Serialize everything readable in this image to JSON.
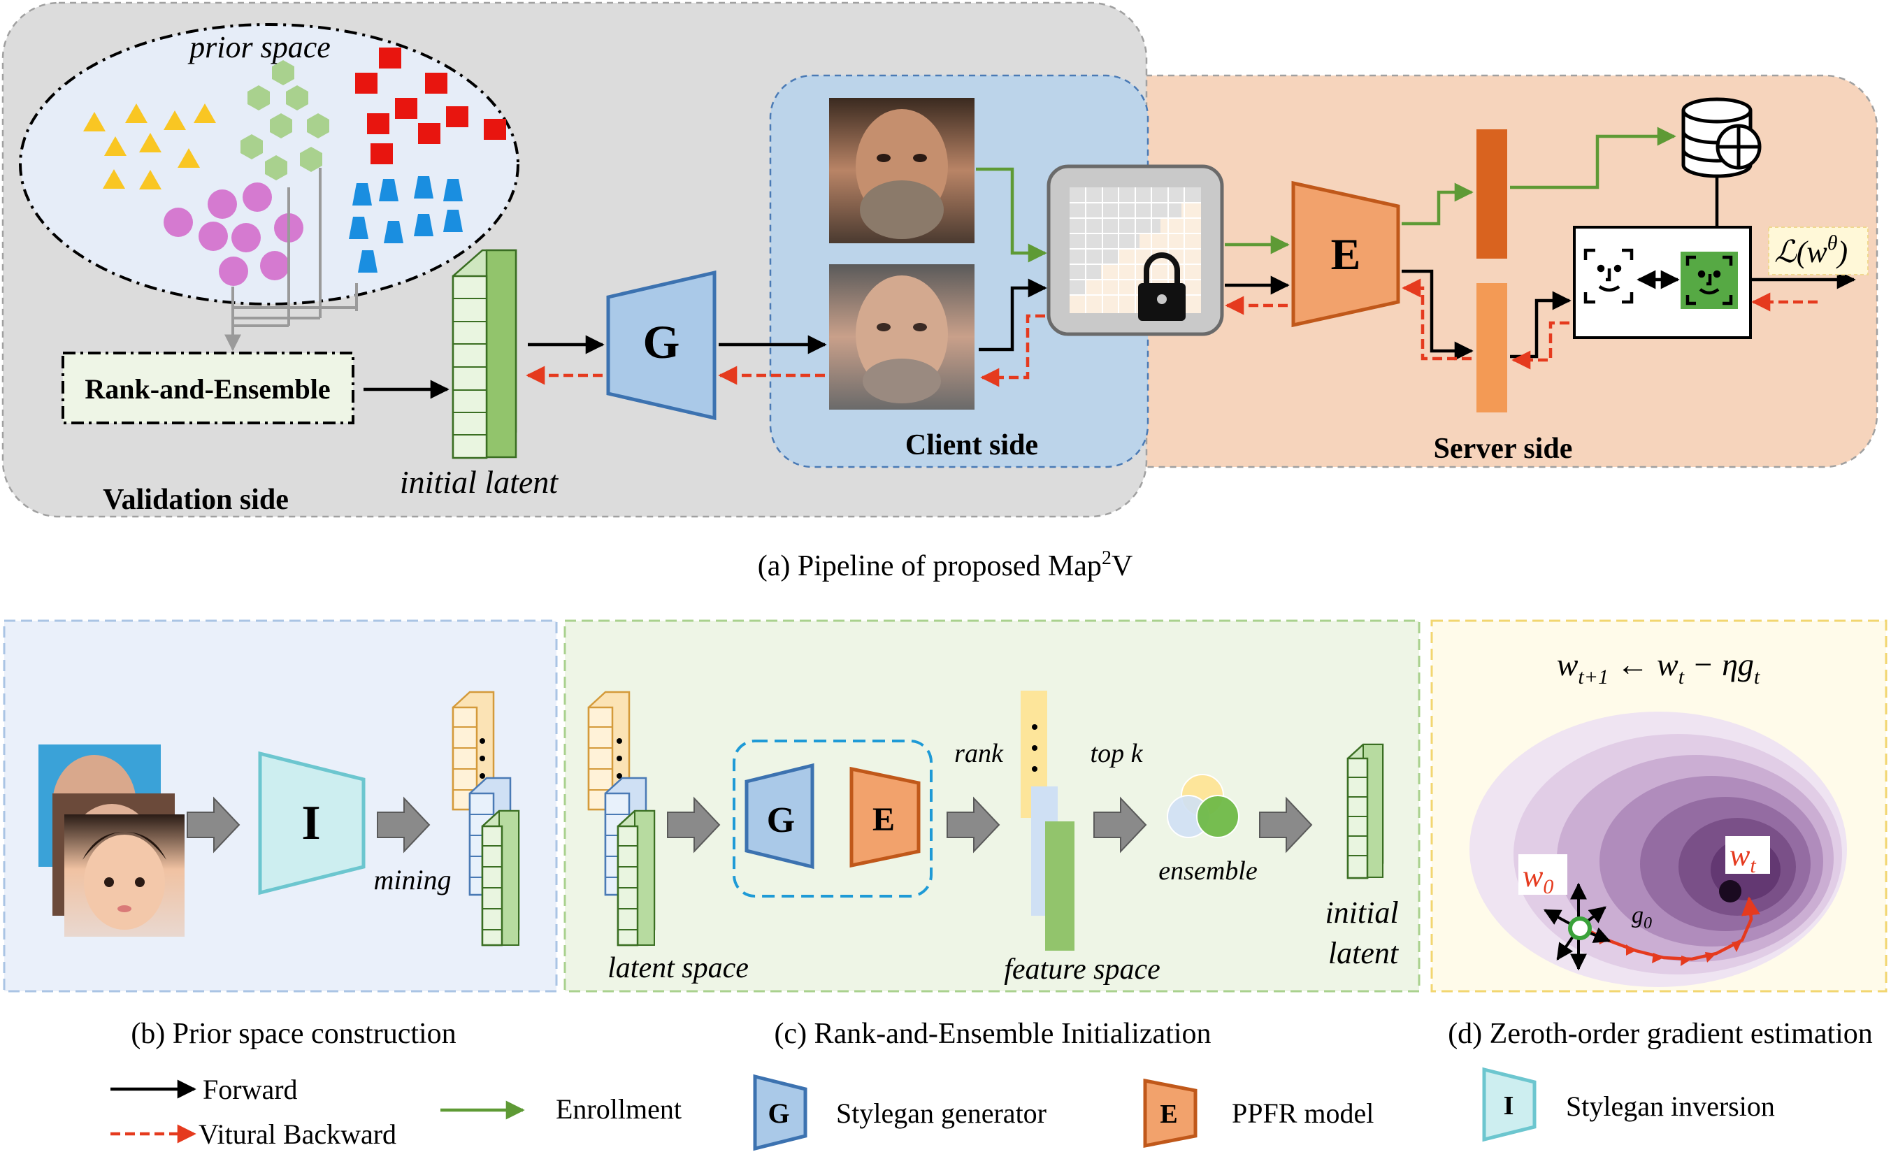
{
  "panel_a": {
    "prior_space": "prior space",
    "rank_ensemble": "Rank-and-Ensemble",
    "initial_latent": "initial latent",
    "validation_side": "Validation side",
    "client_side": "Client side",
    "server_side": "Server side",
    "generator_letter": "G",
    "encoder_letter": "E",
    "loss": "ℒ(w",
    "loss_sup": "θ",
    "loss_close": ")",
    "caption": "(a) Pipeline of proposed  Map",
    "caption_sup": "2",
    "caption_end": "V"
  },
  "panel_b": {
    "inversion_letter": "I",
    "mining": "mining",
    "caption": "(b) Prior space construction"
  },
  "panel_c": {
    "generator_letter": "G",
    "encoder_letter": "E",
    "rank": "rank",
    "top_k": "top k",
    "ensemble": "ensemble",
    "latent_space": "latent space",
    "feature_space": "feature space",
    "initial": "initial",
    "latent": "latent",
    "caption": "(c) Rank-and-Ensemble Initialization"
  },
  "panel_d": {
    "equation_lhs": "w",
    "equation_lhs_sub": "t+1",
    "equation_arrow": " ← w",
    "equation_mid_sub": "t",
    "equation_rest": " − ηg",
    "equation_rest_sub": "t",
    "w0": "w",
    "w0_sub": "0",
    "wt": "w",
    "wt_sub": "t",
    "g0": "g",
    "g0_sub": "0",
    "caption": "(d) Zeroth-order gradient estimation"
  },
  "legend": {
    "forward": "Forward",
    "backward": "Vitural Backward",
    "enrollment": "Enrollment",
    "g_letter": "G",
    "g_label": "Stylegan generator",
    "e_letter": "E",
    "e_label": "PPFR model",
    "i_letter": "I",
    "i_label": "Stylegan inversion"
  },
  "colors": {
    "validation_bg": "#dcdcdc",
    "client_bg": "#bcd4ea",
    "server_bg": "#f6d4bc",
    "generator_fill": "#aac9e8",
    "generator_stroke": "#3c72b0",
    "encoder_fill": "#f2a26c",
    "encoder_stroke": "#c0581a",
    "inversion_fill": "#cdeef0",
    "inversion_stroke": "#6cc6cf",
    "forward": "#000000",
    "backward": "#e53a1e",
    "enrollment": "#5e9a35",
    "latent_green": "#92c46c"
  }
}
